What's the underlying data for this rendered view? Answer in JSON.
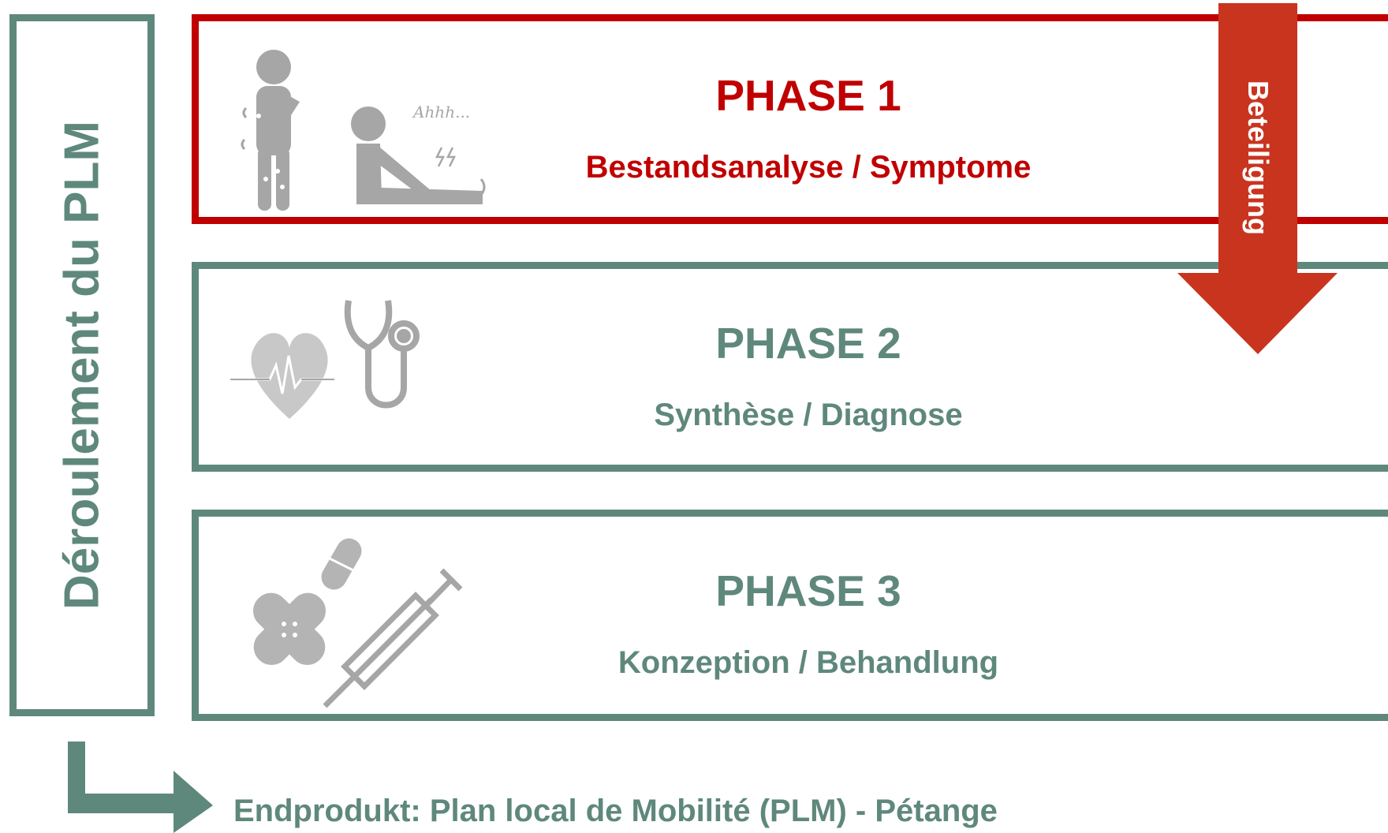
{
  "side_label": "Déroulement du PLM",
  "phases": [
    {
      "title": "PHASE 1",
      "subtitle": "Bestandsanalyse / Symptome",
      "icons": [
        "person-itching-icon",
        "person-pain-icon"
      ],
      "icon_text": "Ahhh..."
    },
    {
      "title": "PHASE 2",
      "subtitle": "Synthèse / Diagnose",
      "icons": [
        "heart-pulse-icon",
        "stethoscope-icon"
      ]
    },
    {
      "title": "PHASE 3",
      "subtitle": "Konzeption / Behandlung",
      "icons": [
        "bandage-icon",
        "pill-icon",
        "syringe-icon"
      ]
    }
  ],
  "participation_arrow": {
    "label": "Beteiligung"
  },
  "end_product": {
    "label": "Endprodukt: Plan local de Mobilité (PLM) - Pétange"
  },
  "colors": {
    "accent": "#5f887c",
    "highlight": "#c00000",
    "arrow": "#c9341f",
    "icon_gray": "#a6a6a6"
  }
}
